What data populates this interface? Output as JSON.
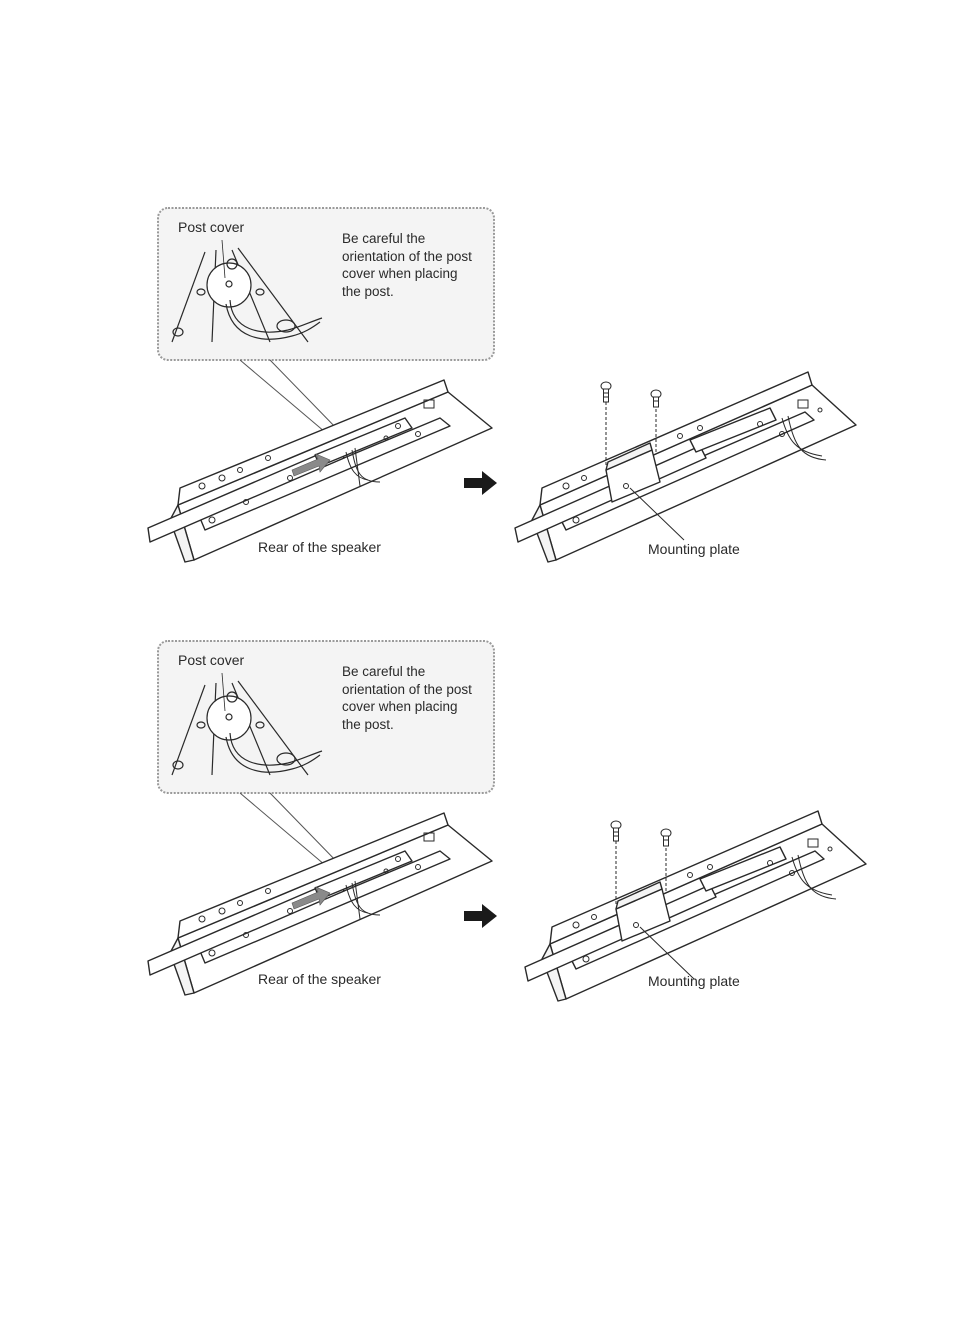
{
  "steps": [
    {
      "callout": {
        "title": "Post cover",
        "note": "Be careful the orientation of the post cover when placing the post."
      },
      "left_label": "Rear of the speaker",
      "right_label": "Mounting plate"
    },
    {
      "callout": {
        "title": "Post cover",
        "note": "Be careful the orientation of the post cover when placing the post."
      },
      "left_label": "Rear of the speaker",
      "right_label": "Mounting plate"
    }
  ],
  "icons": {
    "arrow": "right-arrow-icon",
    "screw": "screw-icon"
  },
  "colors": {
    "line": "#2a2a2a",
    "callout_fill": "#f4f4f4",
    "callout_border": "#9a9a9a"
  }
}
